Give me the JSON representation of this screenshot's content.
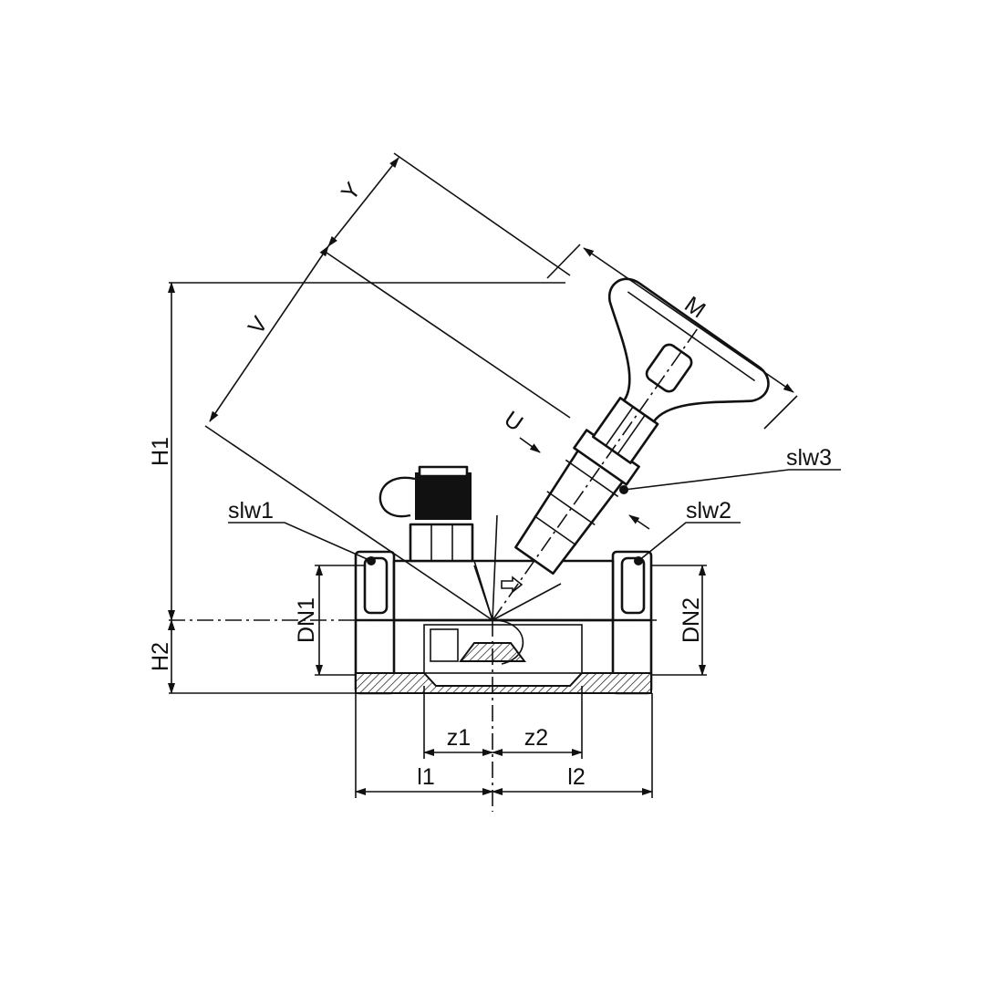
{
  "drawing": {
    "title": "Balancing valve dimension drawing",
    "dimensions": {
      "Y": "Y",
      "V": "V",
      "M": "M",
      "U": "U",
      "H1": "H1",
      "H2": "H2",
      "DN1": "DN1",
      "DN2": "DN2",
      "z1": "z1",
      "z2": "z2",
      "l1": "l1",
      "l2": "l2"
    },
    "callouts": {
      "slw1": "slw1",
      "slw2": "slw2",
      "slw3": "slw3"
    }
  }
}
